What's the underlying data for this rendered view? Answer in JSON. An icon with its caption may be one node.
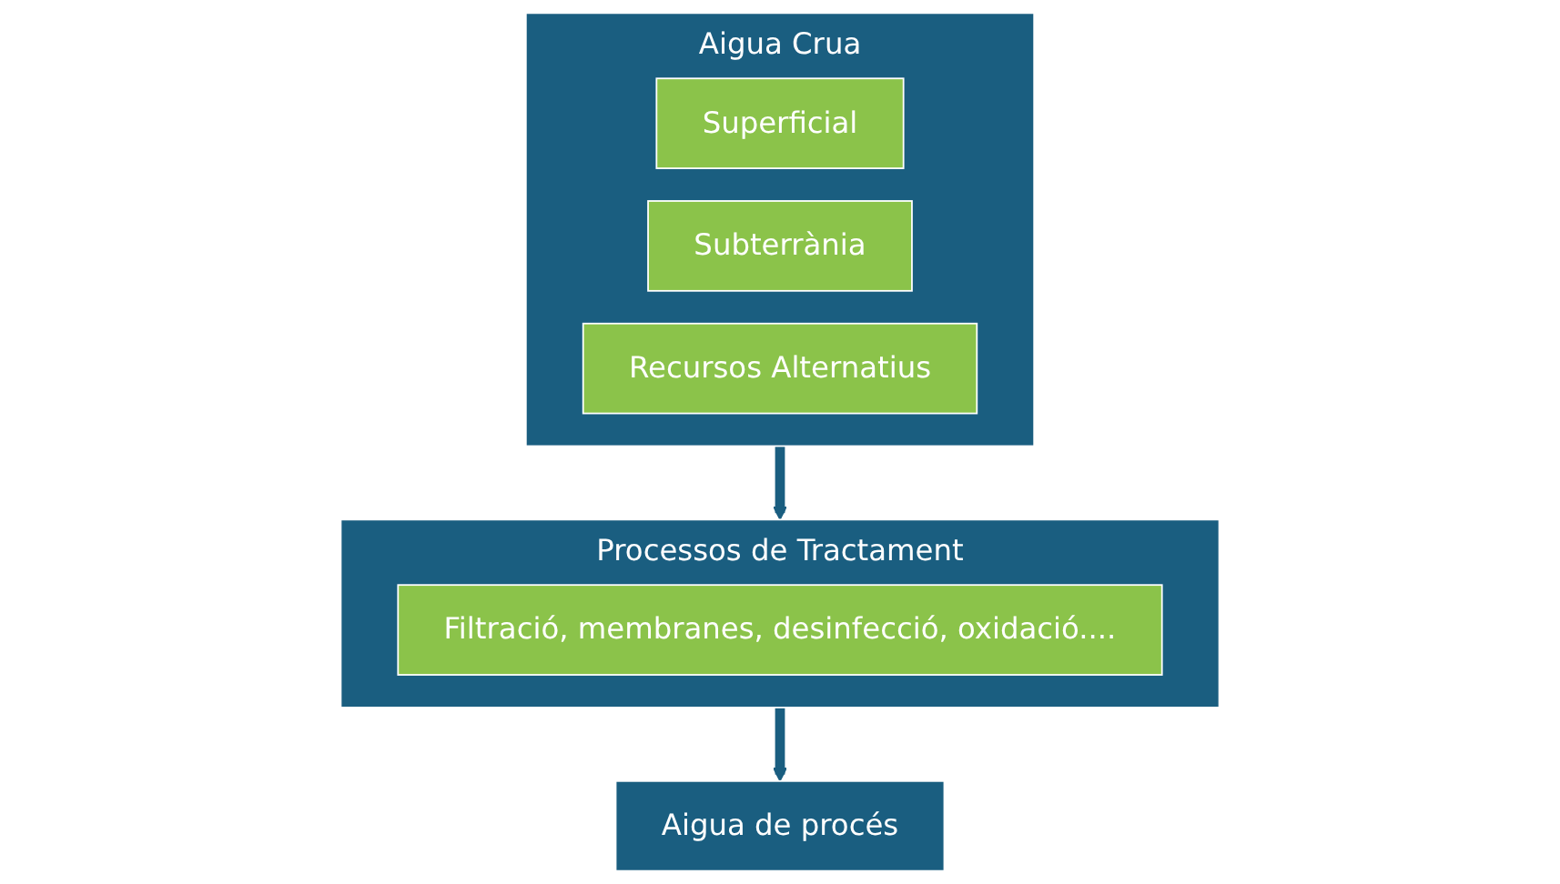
{
  "diagram": {
    "nodes": [
      {
        "text": [
          "Aigua Crua"
        ]
      },
      {
        "text": [
          "Superficial"
        ],
        "in": 0
      },
      {
        "text": [
          "Subterrània"
        ],
        "in": 0
      },
      {
        "text": [
          "Recursos Alternatius"
        ],
        "in": 0
      },
      {
        "text": [
          "Processos de Tractament"
        ]
      },
      {
        "text": [
          "Filtració, membranes, desinfecció, oxidació...."
        ],
        "in": 4
      },
      {
        "text": [
          "Aigua de procés"
        ]
      }
    ],
    "edges": [
      {
        "from": 0,
        "to": 4,
        "arrow": "to"
      },
      {
        "from": 4,
        "to": 6,
        "arrow": "to"
      }
    ]
  }
}
